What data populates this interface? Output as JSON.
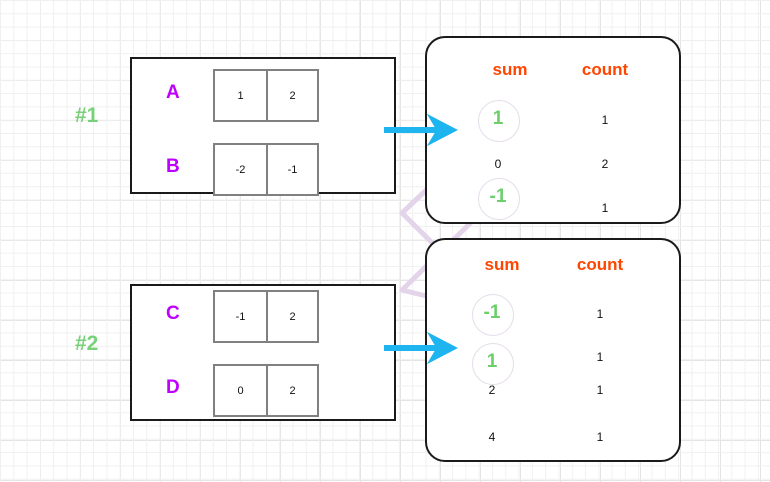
{
  "diagram": {
    "title": "groupby sum/count shuffle diagram",
    "colors": {
      "group_label": "#78d178",
      "row_label": "#bf00ff",
      "table_header": "#ff4500",
      "highlight_value": "#6bcf6b",
      "arrow": "#1eb4ef",
      "link_line": "#e3d4ea",
      "panel_border": "#1a1a1a",
      "cell_border": "#808080",
      "grid": "#e4e4e4"
    },
    "groups": [
      {
        "label": "#1",
        "rows": [
          {
            "name": "A",
            "cells": [
              "1",
              "2"
            ]
          },
          {
            "name": "B",
            "cells": [
              "-2",
              "-1"
            ]
          }
        ]
      },
      {
        "label": "#2",
        "rows": [
          {
            "name": "C",
            "cells": [
              "-1",
              "2"
            ]
          },
          {
            "name": "D",
            "cells": [
              "0",
              "2"
            ]
          }
        ]
      }
    ],
    "tables": [
      {
        "headers": [
          "sum",
          "count"
        ],
        "rows": [
          {
            "sum": "1",
            "count": "1",
            "highlight": true
          },
          {
            "sum": "0",
            "count": "2",
            "highlight": false
          },
          {
            "sum": "-1",
            "count": "1",
            "highlight": true
          }
        ]
      },
      {
        "headers": [
          "sum",
          "count"
        ],
        "rows": [
          {
            "sum": "-1",
            "count": "1",
            "highlight": true
          },
          {
            "sum": "1",
            "count": "1",
            "highlight": true
          },
          {
            "sum": "2",
            "count": "1",
            "highlight": false
          },
          {
            "sum": "4",
            "count": "1",
            "highlight": false
          }
        ]
      }
    ],
    "arrows": [
      {
        "name": "arrow-group1-to-table1"
      },
      {
        "name": "arrow-group2-to-table2"
      }
    ]
  }
}
